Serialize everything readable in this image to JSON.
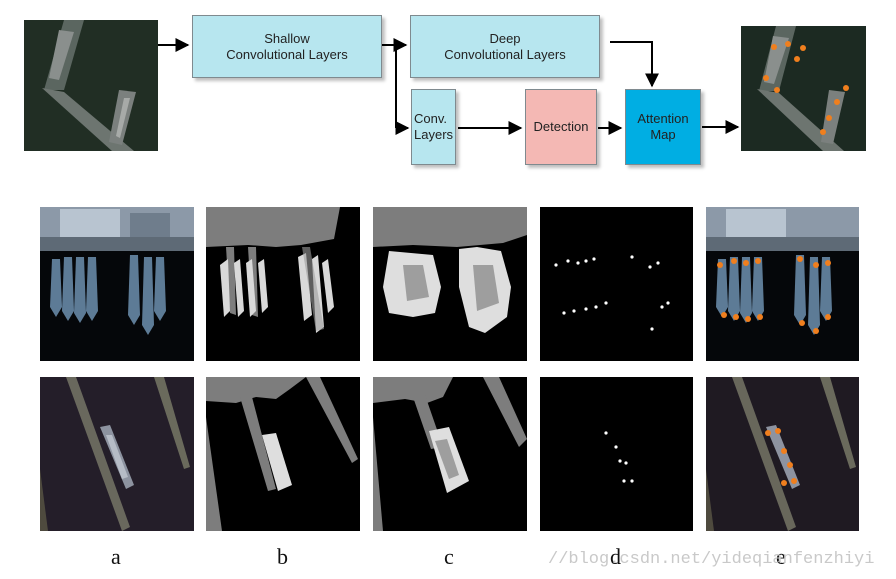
{
  "pipeline": {
    "shallow_line1": "Shallow",
    "shallow_line2": "Convolutional Layers",
    "deep_line1": "Deep",
    "deep_line2": "Convolutional Layers",
    "conv_line1": "Conv.",
    "conv_line2": "Layers",
    "detection": "Detection",
    "attention_line1": "Attention",
    "attention_line2": "Map"
  },
  "columns": [
    "a",
    "b",
    "c",
    "d",
    "e"
  ],
  "watermark": "//blog.csdn.net/yideqianfenzhiyi",
  "colors": {
    "cyan_box": "#b7e6ef",
    "detection_box": "#f4b8b4",
    "attention_box": "#00aee3",
    "marker_orange": "#f07f1e"
  },
  "icons": [
    "input-aerial-image",
    "output-aerial-image",
    "arrow-icon"
  ]
}
